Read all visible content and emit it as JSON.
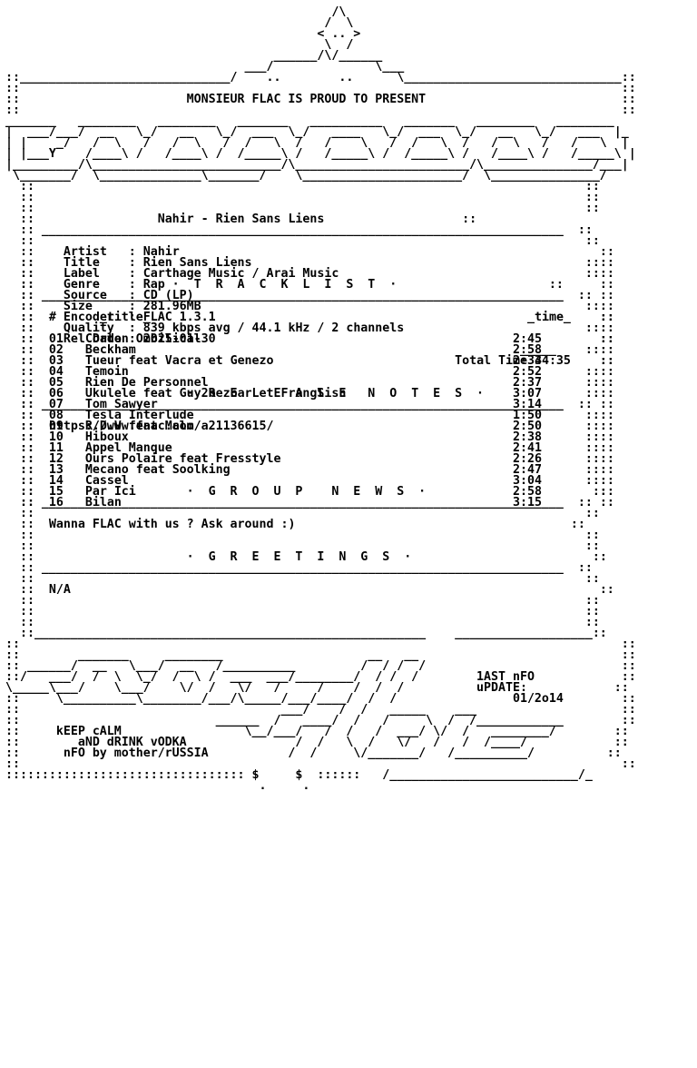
{
  "nfo": {
    "header_art": [
      "                                             /\\",
      "                                            /  \\",
      "                                           < .. >",
      "                                            \\  /",
      "                                     ______/\\/______",
      "                                 ___/              \\___",
      "::_____________________________/    ..        ..      \\______________________________::",
      "::                                                                                   ::",
      "::                       MONSIEUR FLAC IS PROUD TO PRESENT                           ::",
      "::                                                                                   ::",
      "_______   ________   ________   _______   __________   _______   ________   ________",
      "|  ___/___/  __   \\_/   __   \\_/  ___  \\_/   ____   \\_/  ___  \\_/   __   \\_/   ___  |_",
      "| |    _/   /  \\   /   /  \\   /  /   \\  /   /    \\   /  /   \\  /   /  \\   /   /   \\  |",
      "| |___Y    /____\\ /   /____\\ /  /_____\\ /   /_____\\ /  /_____\\ /   /____\\ /   /_____\\ |",
      "|_________/\\__________________________/\\________________________/\\_______________/___|",
      " \\_______/  \\______________\\_______/    \\______________________/  \\_______________/"
    ],
    "box_top": "  ::                                                                            ::",
    "release_title": "Nahir - Rien Sans Liens",
    "info": [
      {
        "key": "Artist",
        "value": "Nahir"
      },
      {
        "key": "Title",
        "value": "Rien Sans Liens"
      },
      {
        "key": "Label",
        "value": "Carthage Music / Arai Music"
      },
      {
        "key": "Genre",
        "value": "Rap"
      },
      {
        "key": "Source",
        "value": "CD (LP)"
      },
      {
        "key": "Size",
        "value": "281.96MB"
      },
      {
        "key": "Encoder",
        "value": "FLAC 1.3.1"
      },
      {
        "key": "Quality",
        "value": "839 kbps avg / 44.1 kHz / 2 channels"
      },
      {
        "key": "Rel Date",
        "value": "2025-01-30"
      }
    ],
    "tracklist_heading": "·  T  R  A  C  K  L  I  S  T  ·",
    "track_header": {
      "num": "#",
      "title": "_title_",
      "time": "_time_"
    },
    "tracks": [
      {
        "num": "01",
        "title": "Cordon Ombilical",
        "time": "2:45"
      },
      {
        "num": "02",
        "title": "Beckham",
        "time": "2:58"
      },
      {
        "num": "03",
        "title": "Tueur feat Vacra et Genezo",
        "time": "2:33"
      },
      {
        "num": "04",
        "title": "Temoin",
        "time": "2:52"
      },
      {
        "num": "05",
        "title": "Rien De Personnel",
        "time": "2:37"
      },
      {
        "num": "06",
        "title": "Ukulele feat Guy2bezbar et Franglish",
        "time": "3:07"
      },
      {
        "num": "07",
        "title": "Tom Sawyer",
        "time": "3:14"
      },
      {
        "num": "08",
        "title": "Tesla Interlude",
        "time": "1:50"
      },
      {
        "num": "09",
        "title": "R.D.V feat Malo",
        "time": "2:50"
      },
      {
        "num": "10",
        "title": "Hiboux",
        "time": "2:38"
      },
      {
        "num": "11",
        "title": "Appel Manque",
        "time": "2:41"
      },
      {
        "num": "12",
        "title": "Ours Polaire feat Fresstyle",
        "time": "2:26"
      },
      {
        "num": "13",
        "title": "Mecano feat Soolking",
        "time": "2:47"
      },
      {
        "num": "14",
        "title": "Cassel",
        "time": "3:04"
      },
      {
        "num": "15",
        "title": "Par Ici",
        "time": "2:58"
      },
      {
        "num": "16",
        "title": "Bilan",
        "time": "3:15"
      }
    ],
    "total_label": "Total Time",
    "total_time": "44:35",
    "release_notes_heading": "·  R  E  L  E  A  S  E   N  O  T  E  S  ·",
    "release_notes": "https://www.fnac.com/a21136615/",
    "group_news_heading": "·  G  R  O  U  P    N  E  W  S  ·",
    "group_news": "Wanna FLAC with us ? Ask around :)",
    "greetings_heading": "·  G  R  E  E  T  I  N  G  S  ·",
    "greetings": "N/A",
    "footer_art": [
      "::                                                                                   ::",
      "::        _______     ________                    __   __                            ::",
      ":: ______/  __   \\___/  __   /__________         /  / /  /                           ::",
      "::/   ___/  /  \\  \\_/  /  \\ /  ___  ___/________/  / /  /        1AST nFO            ::",
      "\\_____\\___/    \\___/    \\/  /   \\/   /     /    /  /  /          uPDATE:            ::",
      "::     \\__________\\________/___/\\_____/___/____/  /  /                01/2o14        ::",
      "::                                    ___/    /  /   _____    ___                    ::",
      "::                           ______  /   ____/  /   /     \\  /  /____________        ::",
      "::     kEEP cALM                 \\__/___/   /  /   /  ___/ \\/  /   ________/        ::",
      "::        aND dRINK vODKA               /  /   \\  /   \\/   /   /  /____/            ::",
      "::      nFO by mother/rUSSIA           /  /     \\/_______/   /__________/          ::",
      "::                                                                                   ::",
      "::::::::::::::::::::::::::::::::: $     $  ::::::   /__________________________/_",
      "                                   .     ."
    ]
  }
}
